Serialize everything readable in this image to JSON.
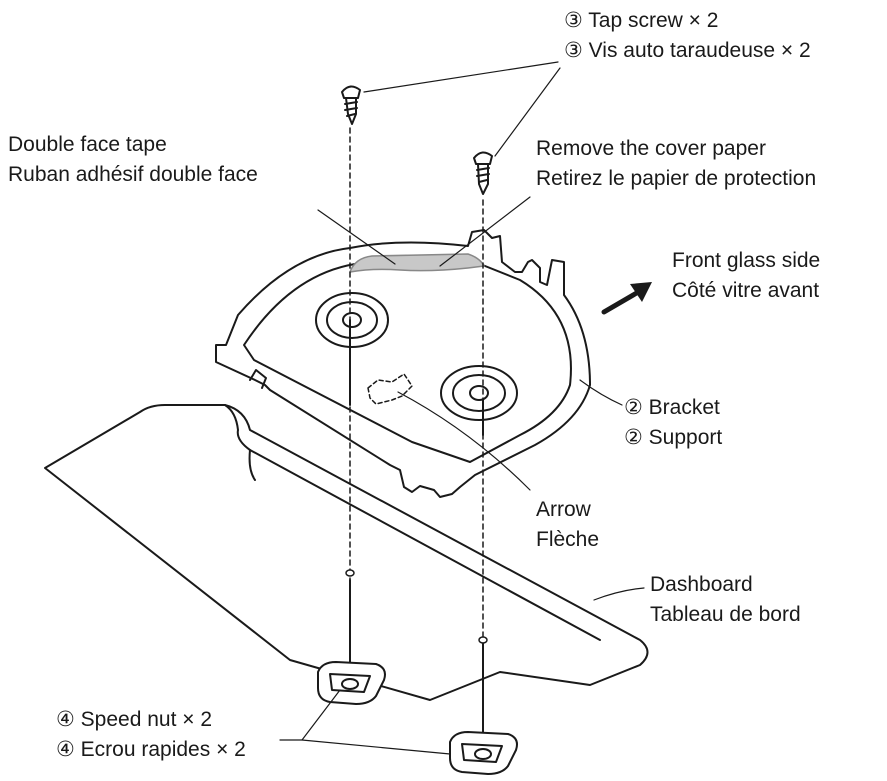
{
  "labels": {
    "tap_screw": {
      "en": "③ Tap screw × 2",
      "fr": "③ Vis auto taraudeuse × 2"
    },
    "double_face_tape": {
      "en": "Double face tape",
      "fr": "Ruban adhésif double face"
    },
    "cover_paper": {
      "en": "Remove the cover paper",
      "fr": "Retirez le papier de protection"
    },
    "front_glass": {
      "en": "Front glass side",
      "fr": "Côté vitre avant"
    },
    "bracket": {
      "en": "② Bracket",
      "fr": "② Support"
    },
    "arrow": {
      "en": "Arrow",
      "fr": "Flèche"
    },
    "dashboard": {
      "en": "Dashboard",
      "fr": "Tableau de bord"
    },
    "speed_nut": {
      "en": "④ Speed nut × 2",
      "fr": "④ Ecrou rapides × 2"
    }
  },
  "colors": {
    "line": "#1a1a1a",
    "tape_fill": "#c8c8c8",
    "background": "#ffffff"
  }
}
